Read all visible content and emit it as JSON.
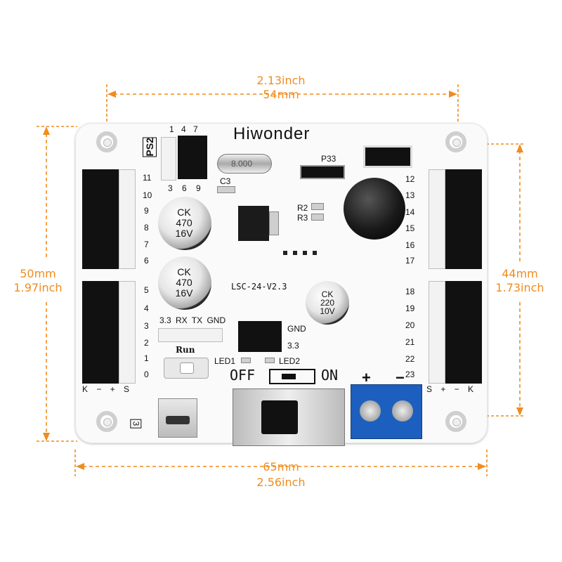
{
  "dimensions": {
    "top_inch": "2.13inch",
    "top_mm": "54mm",
    "left_mm": "50mm",
    "left_inch": "1.97inch",
    "right_mm": "44mm",
    "right_inch": "1.73inch",
    "bottom_mm": "65mm",
    "bottom_inch": "2.56inch"
  },
  "board": {
    "brand": "Hiwonder",
    "model": "LSC-24-V2.3",
    "ps2": "PS2",
    "ps2_top_pins": "1 4 7",
    "ps2_bottom_pins": "3 6 9",
    "crystal": "8.000",
    "p33": "P33",
    "c3": "C3",
    "r2": "R2",
    "r3": "R3",
    "cap1": "CK 470 16V",
    "cap2": "CK 470 16V",
    "cap3": "CK 220 10V",
    "serial": "3.3 RX TX GND",
    "gnd": "GND",
    "v33": "3.3",
    "led1": "LED1",
    "led2": "LED2",
    "run": "Run",
    "off": "OFF",
    "on": "ON",
    "plus": "+",
    "minus": "−",
    "bottom_left_pins": "K − + S",
    "bottom_right_pins": "S + − K",
    "j3": "3",
    "left_channels": [
      "11",
      "10",
      "9",
      "8",
      "7",
      "6",
      "5",
      "4",
      "3",
      "2",
      "1",
      "0"
    ],
    "right_channels": [
      "12",
      "13",
      "14",
      "15",
      "16",
      "17",
      "18",
      "19",
      "20",
      "21",
      "22",
      "23"
    ]
  },
  "colors": {
    "accent": "#f08c1e",
    "terminal": "#1d5fbf"
  }
}
